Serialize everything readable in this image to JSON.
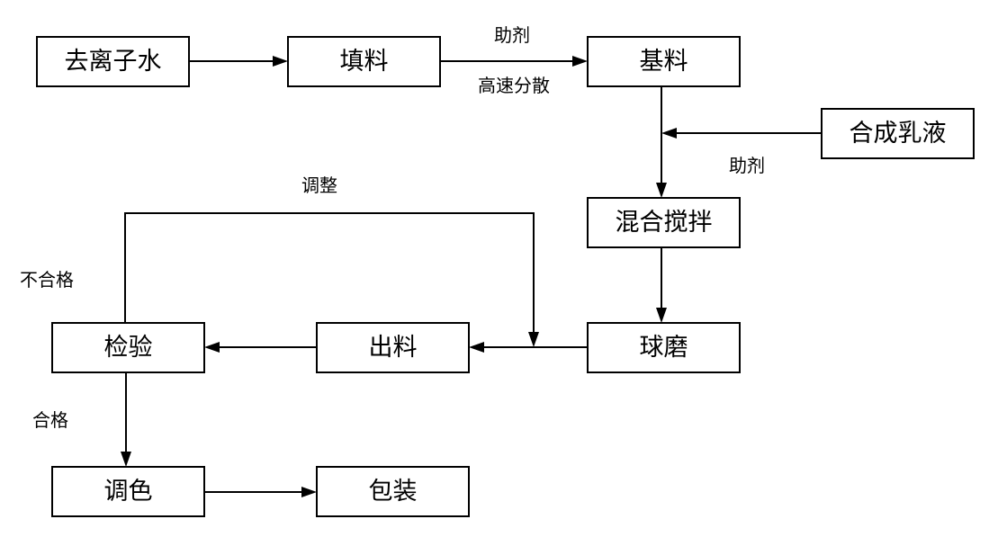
{
  "diagram": {
    "nodes": {
      "deionized_water": "去离子水",
      "filler": "填料",
      "base_material": "基料",
      "synthetic_emulsion": "合成乳液",
      "mixing": "混合搅拌",
      "ball_milling": "球磨",
      "discharge": "出料",
      "inspection": "检验",
      "tinting": "调色",
      "packaging": "包装"
    },
    "edge_labels": {
      "additive_1": "助剂",
      "high_speed_dispersion": "高速分散",
      "additive_2": "助剂",
      "adjust": "调整",
      "unqualified": "不合格",
      "qualified": "合格"
    }
  }
}
